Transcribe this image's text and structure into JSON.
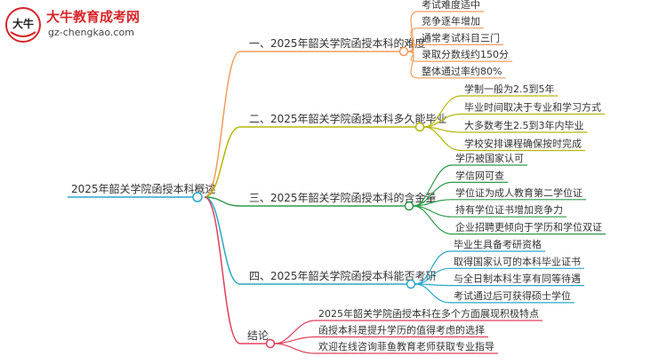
{
  "brand": {
    "name": "大牛教育成考网",
    "url": "gz-chengkao.com",
    "logo_text": "大牛"
  },
  "root": {
    "label": "2025年韶关学院函授本科概述"
  },
  "branches": [
    {
      "label": "一、2025年韶关学院函授本科的难度",
      "color": "#f39c5a",
      "leaves": [
        "考试难度适中",
        "竞争逐年增加",
        "通常考试科目三门",
        "录取分数线约150分",
        "整体通过率约80%"
      ]
    },
    {
      "label": "二、2025年韶关学院函授本科多久能毕业",
      "color": "#b5b70a",
      "leaves": [
        "学制一般为2.5到5年",
        "毕业时间取决于专业和学习方式",
        "大多数考生2.5到3年内毕业",
        "学校安排课程确保按时完成"
      ]
    },
    {
      "label": "三、2025年韶关学院函授本科的含金量",
      "color": "#2e9b4a",
      "leaves": [
        "学历被国家认可",
        "学信网可查",
        "学位证为成人教育第二学位证",
        "持有学位证书增加竞争力",
        "企业招聘更倾向于学历和学位双证"
      ]
    },
    {
      "label": "四、2025年韶关学院函授本科能否考研",
      "color": "#2aa6c9",
      "leaves": [
        "毕业生具备考研资格",
        "取得国家认可的本科毕业证书",
        "与全日制本科生享有同等待遇",
        "考试通过后可获得硕士学位"
      ]
    },
    {
      "label": "结论",
      "color": "#e0405a",
      "leaves": [
        "2025年韶关学院函授本科在多个方面展现积极特点",
        "函授本科是提升学历的值得考虑的选择",
        "欢迎在线咨询菲鱼教育老师获取专业指导"
      ]
    }
  ]
}
